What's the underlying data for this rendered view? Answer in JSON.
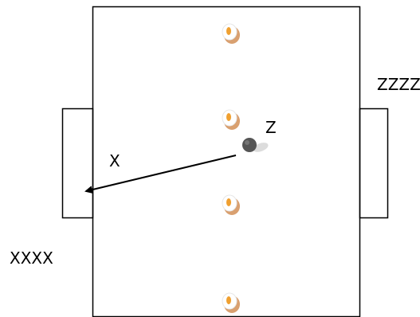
{
  "labels": {
    "left_side": "XXXX",
    "right_side": "ZZZZ",
    "vector": "X",
    "ball": "Z"
  },
  "colors": {
    "outline": "#000000",
    "puck_fill": "#d9a070",
    "puck_center": "#f0a030",
    "ball": "#555555",
    "ball_shadow": "#dcdcdc"
  },
  "icons": {
    "puck": "puck-icon",
    "ball": "ball-icon",
    "arrow": "arrow-icon"
  }
}
